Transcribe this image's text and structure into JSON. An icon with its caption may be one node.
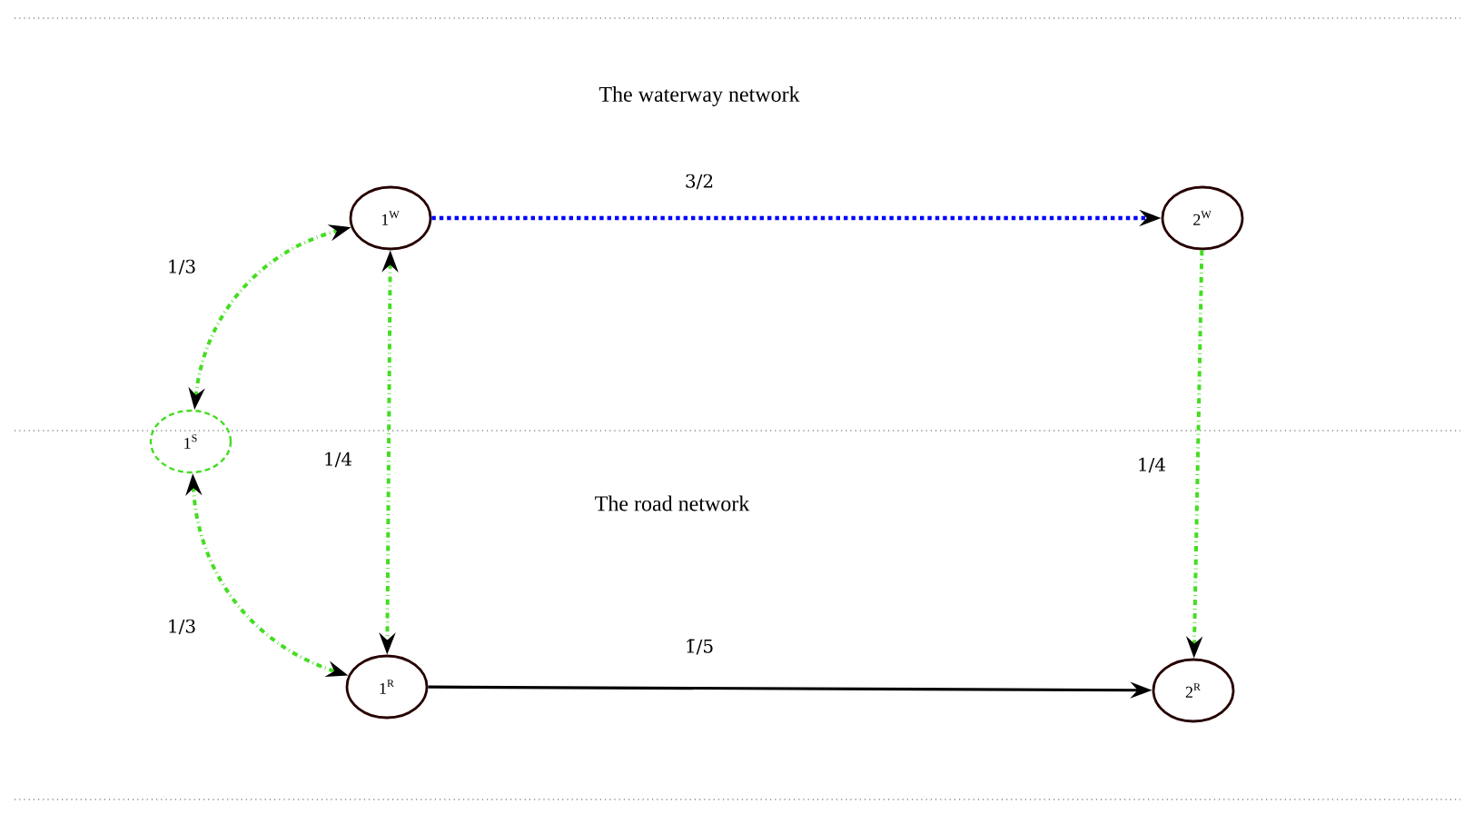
{
  "diagram": {
    "nodes": [
      {
        "text": [
          "1$^{W}$"
        ]
      },
      {
        "text": [
          "2$^{W}$"
        ]
      },
      {
        "text": [
          "1$^{S}$"
        ]
      },
      {
        "text": [
          "1$^{R}$"
        ]
      },
      {
        "text": [
          "2$^{R}$"
        ]
      }
    ],
    "edges": [
      {
        "from": 2,
        "to": 0,
        "arrow": "both",
        "label": "1/3",
        "style": "dashed"
      },
      {
        "from": 0,
        "to": 1,
        "arrow": "to",
        "label": "3/2",
        "style": "dashed",
        "color": "#0000ff"
      },
      {
        "from": 0,
        "to": 3,
        "arrow": "both",
        "label": "1/4",
        "style": "dashed"
      },
      {
        "from": 1,
        "to": 4,
        "arrow": "to",
        "label": "1/4",
        "style": "dashed"
      },
      {
        "from": 2,
        "to": 3,
        "arrow": "both",
        "label": "1/3",
        "style": "dashed"
      },
      {
        "from": 3,
        "to": 4,
        "arrow": "to",
        "label": "1̄/5",
        "color": "#000000"
      }
    ],
    "labels": [
      "The waterway network",
      "The road network"
    ]
  }
}
